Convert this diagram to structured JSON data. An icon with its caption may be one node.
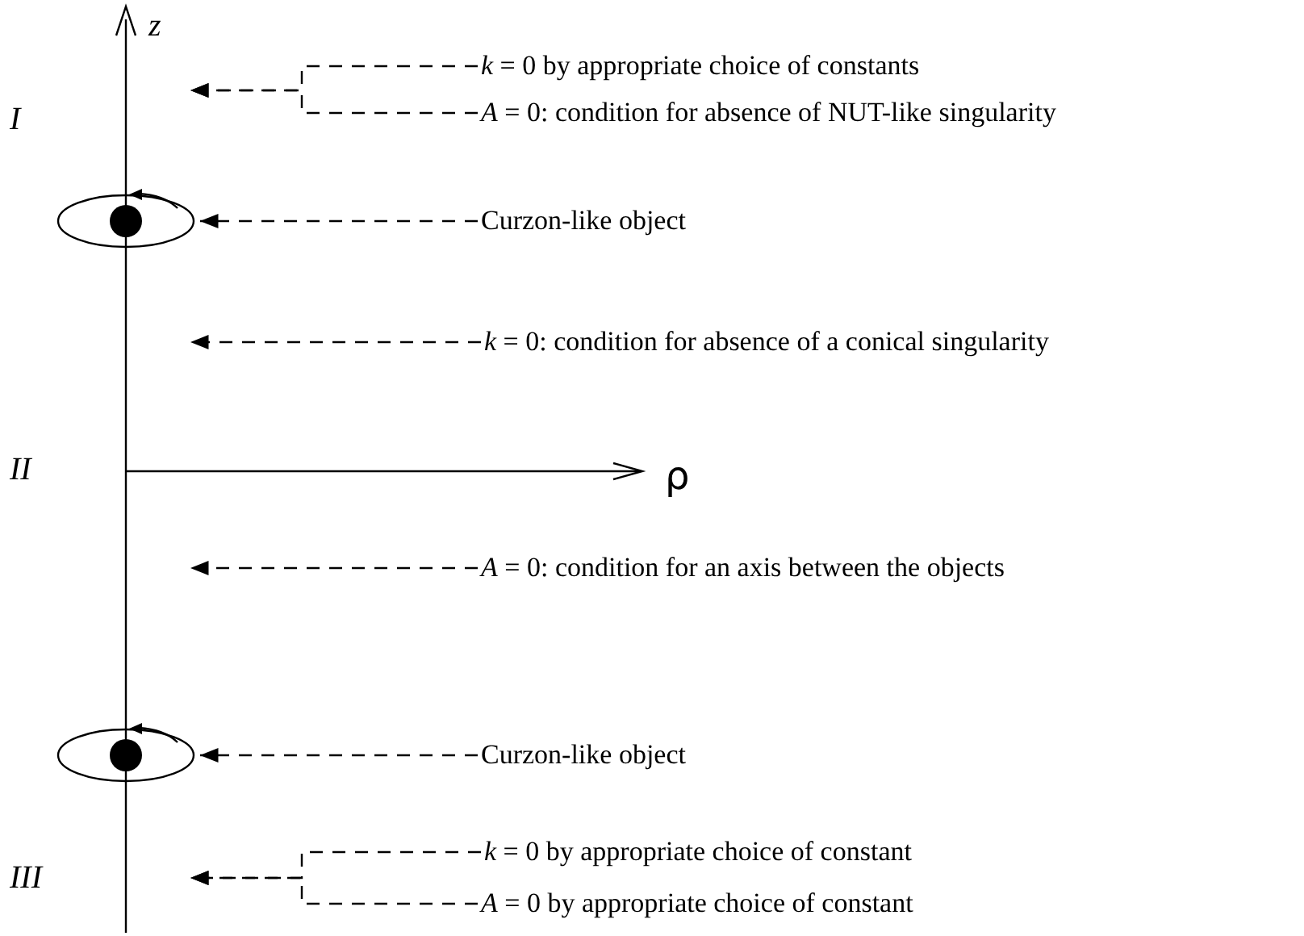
{
  "diagram": {
    "nodes": [
      {
        "text": [
          "*k* = 0 by appropriate choice of constants"
        ]
      },
      {
        "text": [
          "*A* = 0: condition for absence of NUT-like singularity"
        ]
      },
      {
        "text": [],
        "shape": "circle"
      },
      {
        "text": [
          "Curzon-like object"
        ]
      },
      {
        "text": [
          "*k* = 0: condition for absence of a conical singularity"
        ]
      },
      {
        "text": [
          "*A* = 0: condition for an axis between the objects"
        ]
      },
      {
        "text": [],
        "shape": "circle"
      },
      {
        "text": [
          "Curzon-like object"
        ]
      },
      {
        "text": [
          "*k* = 0 by appropriate choice of constant"
        ]
      },
      {
        "text": [
          "*A* = 0 by appropriate choice of constant"
        ]
      }
    ],
    "edges": [
      {
        "from": 0,
        "to": null,
        "arrow": "to",
        "style": "dashed"
      },
      {
        "from": 1,
        "to": null,
        "arrow": "to",
        "style": "dashed"
      },
      {
        "from": 3,
        "to": 2,
        "arrow": "to",
        "style": "dashed"
      },
      {
        "from": 4,
        "to": null,
        "arrow": "to",
        "style": "dashed"
      },
      {
        "from": 5,
        "to": null,
        "arrow": "to",
        "style": "dashed"
      },
      {
        "from": 7,
        "to": 6,
        "arrow": "to",
        "style": "dashed"
      },
      {
        "from": 8,
        "to": null,
        "arrow": "to",
        "style": "dashed"
      },
      {
        "from": 9,
        "to": null,
        "arrow": "to",
        "style": "dashed"
      }
    ],
    "labels": [
      "z",
      "I",
      "II",
      "ρ",
      "III"
    ]
  }
}
